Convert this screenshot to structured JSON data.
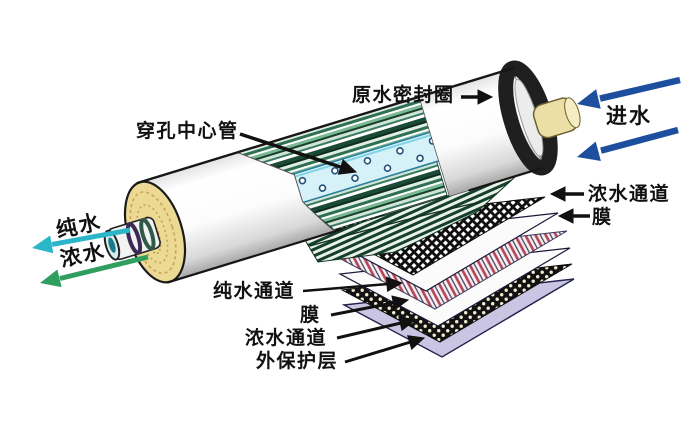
{
  "diagram": {
    "labels": {
      "perforated_center_tube": "穿孔中心管",
      "raw_water_seal_ring": "原水密封圈",
      "feed_water": "进水",
      "concentrate_channel_right": "浓水通道",
      "membrane_right": "膜",
      "pure_water": "纯水",
      "concentrate_water": "浓水",
      "pure_water_channel": "纯水通道",
      "membrane_bottom": "膜",
      "concentrate_channel_bottom": "浓水通道",
      "outer_protective_layer": "外保护层"
    },
    "colors": {
      "feed_arrow": "#1d4f9e",
      "pure_water_arrow": "#2ab5c9",
      "concentrate_arrow": "#2f9e5f",
      "label_text": "#111111",
      "seal_ring": "#1f1f1f",
      "end_cap": "#ecd994",
      "center_tube": "#d6f1f7",
      "outer_wrap": "#c9c5e2",
      "membrane_sheet": "#fbfbfb",
      "mesh_black": "#141414",
      "permeate_stripe": "#b24457",
      "roll_green_dark": "#17402e",
      "roll_green_light": "#79b893"
    }
  }
}
